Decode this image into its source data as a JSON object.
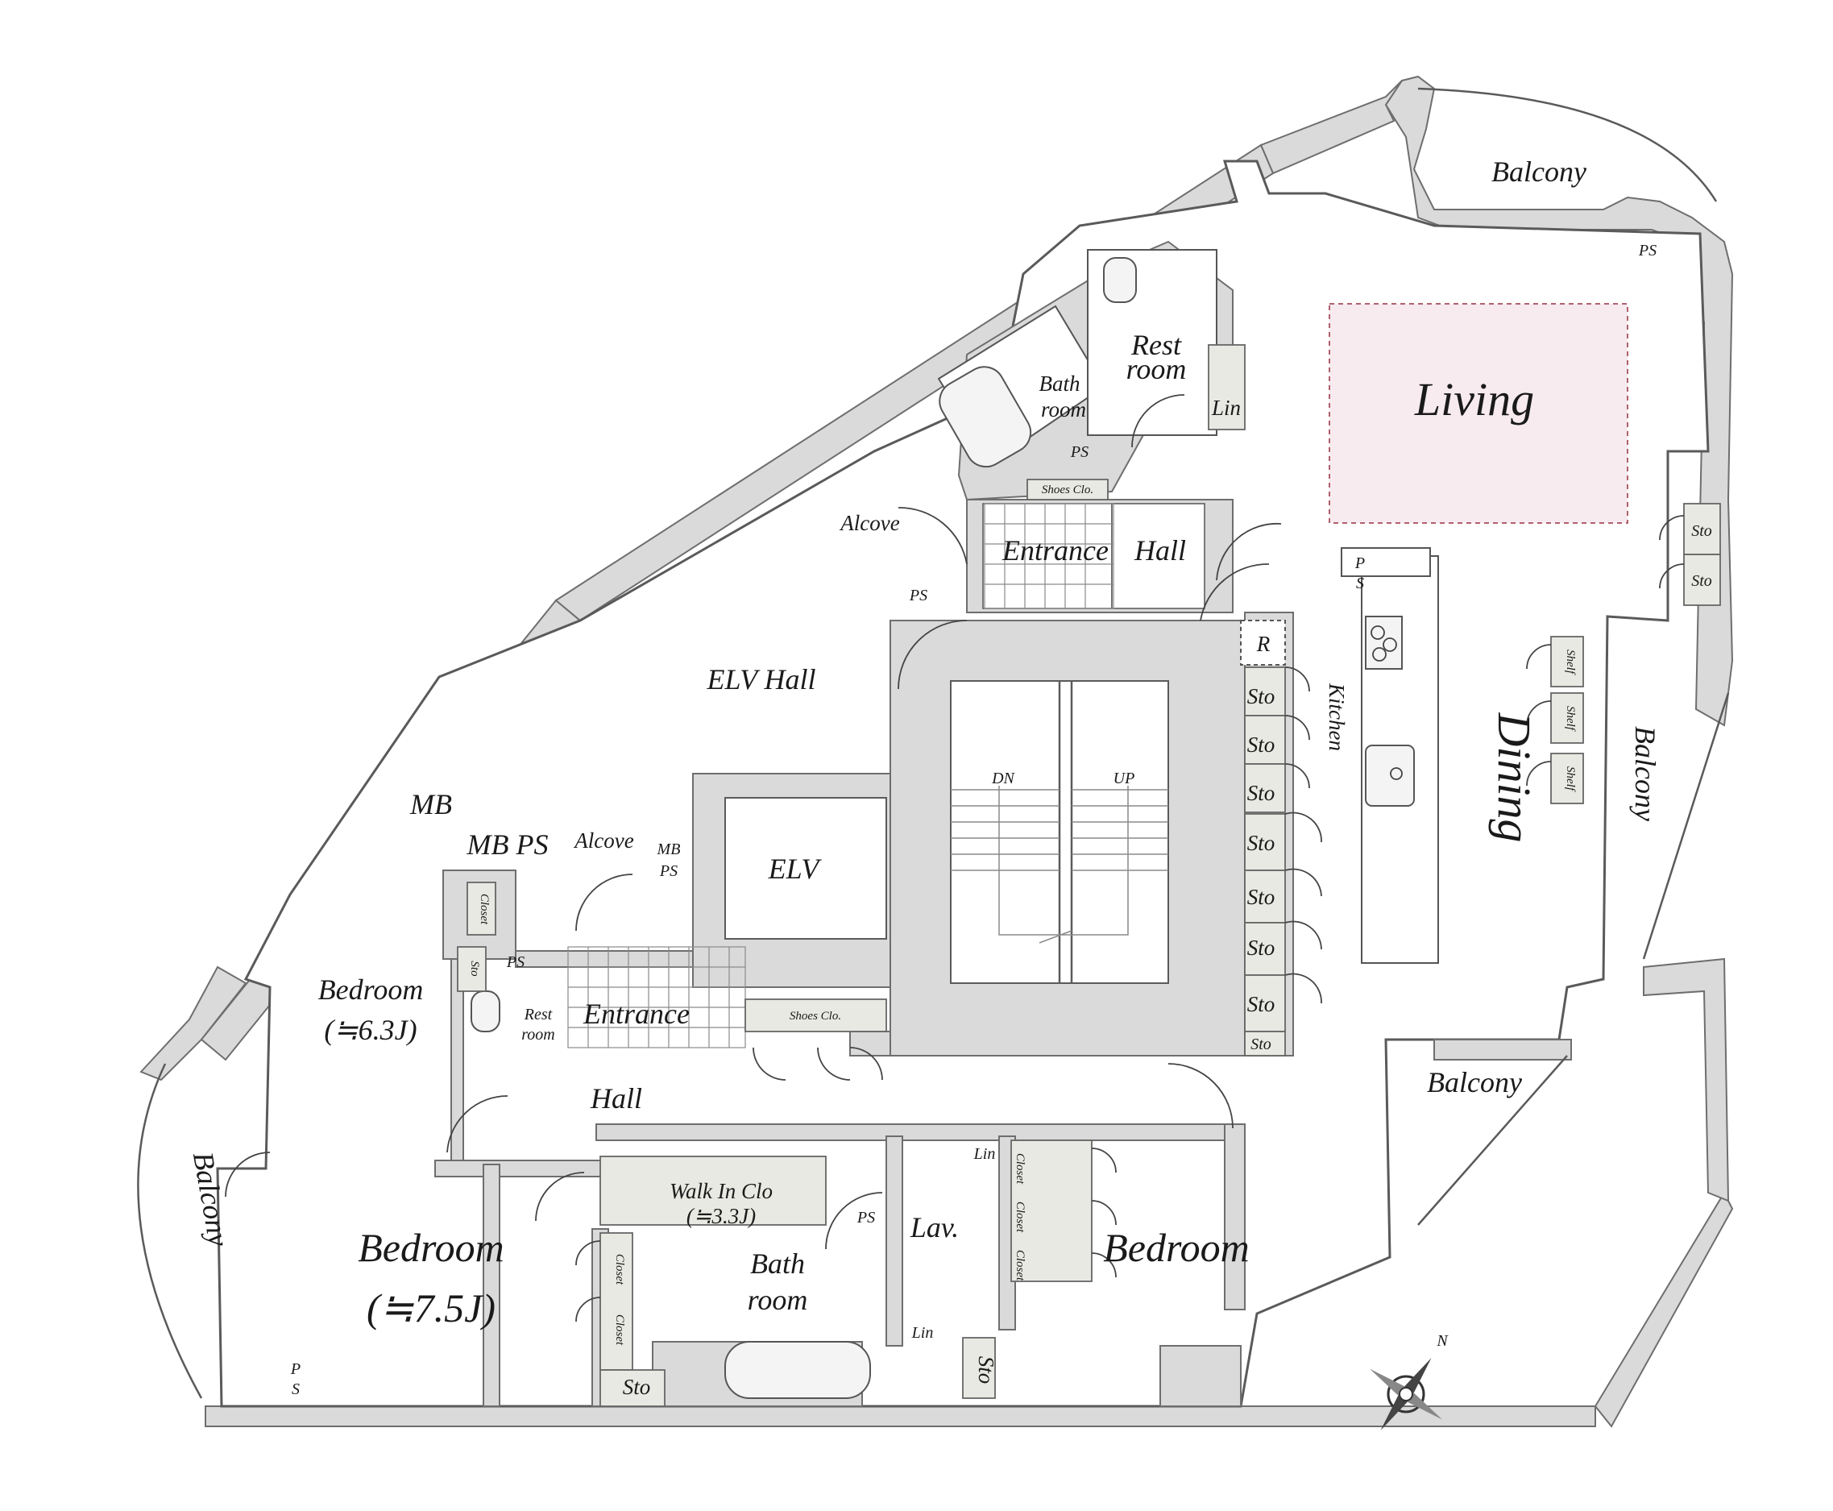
{
  "rooms": {
    "living": "Living",
    "dining": "Dining",
    "kitchen": "Kitchen",
    "elv_hall": "ELV Hall",
    "elv": "ELV",
    "dn": "DN",
    "up": "UP",
    "entrance_top": "Entrance",
    "hall_top": "Hall",
    "entrance_bottom": "Entrance",
    "hall_bottom": "Hall",
    "bath_room_top_1": "Bath",
    "bath_room_top_2": "room",
    "rest_room_top_1": "Rest",
    "rest_room_top_2": "room",
    "rest_room_small_1": "Rest",
    "rest_room_small_2": "room",
    "bath_room_bottom_1": "Bath",
    "bath_room_bottom_2": "room",
    "lav": "Lav.",
    "walk_in_clo_1": "Walk In Clo",
    "walk_in_clo_2": "(≒3.3J)",
    "bedroom_63_1": "Bedroom",
    "bedroom_63_2": "(≒6.3J)",
    "bedroom_75_1": "Bedroom",
    "bedroom_75_2": "(≒7.5J)",
    "bedroom_right": "Bedroom",
    "balcony_top": "Balcony",
    "balcony_right": "Balcony",
    "balcony_lower_right": "Balcony",
    "balcony_left": "Balcony",
    "mb": "MB",
    "mb_ps": "MB PS",
    "mb_ps_small_1": "MB",
    "mb_ps_small_2": "PS",
    "alcove_top": "Alcove",
    "alcove_mid": "Alcove",
    "ps_top": "PS",
    "ps_elv": "PS",
    "ps_bath": "PS",
    "ps_kitchen_1": "P",
    "ps_kitchen_2": "S",
    "ps_rest": "PS",
    "ps_lav": "PS",
    "ps_left_1": "P",
    "ps_left_2": "S",
    "shoes_top": "Shoes Clo.",
    "shoes_bottom": "Shoes Clo.",
    "lin_top": "Lin",
    "lin_lav": "Lin",
    "lin_bath": "Lin",
    "r": "R",
    "compass_n": "N"
  },
  "storage": {
    "kitchen_sto": [
      "Sto",
      "Sto",
      "Sto",
      "Sto",
      "Sto",
      "Sto",
      "Sto",
      "Sto"
    ],
    "living_sto": [
      "Sto",
      "Sto"
    ],
    "shelf": [
      "Shelf",
      "Shelf",
      "Shelf"
    ],
    "closet_small": "Closet",
    "sto_small": "Sto",
    "closet_bed75": [
      "Closet",
      "Closet"
    ],
    "sto_bed75": "Sto",
    "closet_bedright": [
      "Closet",
      "Closet",
      "Closet"
    ],
    "sto_bath": "Sto"
  },
  "colors": {
    "living_highlight": "#f7ebf0",
    "living_highlight_border": "#b0606d",
    "wall": "#dadada"
  }
}
